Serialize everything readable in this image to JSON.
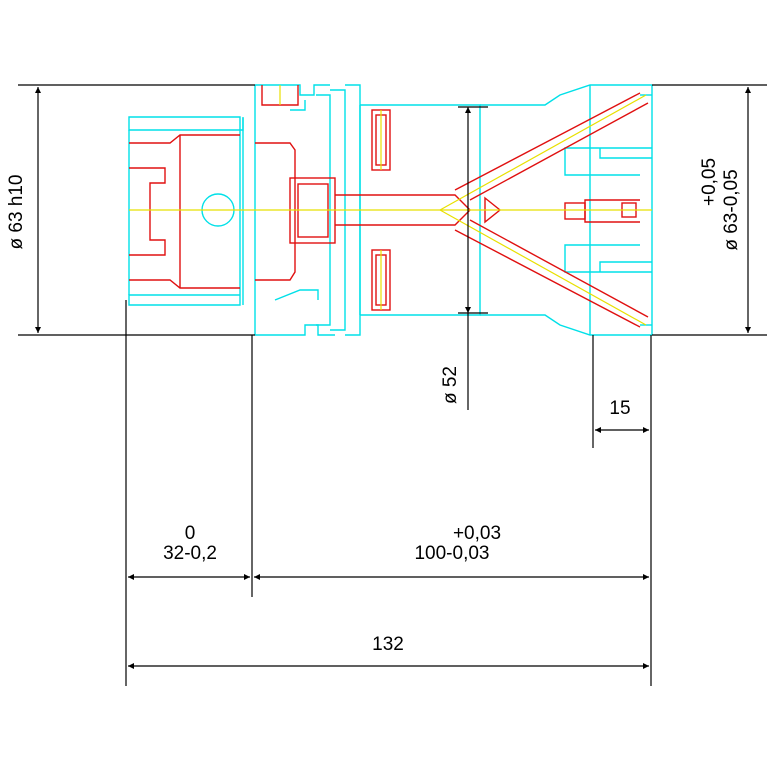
{
  "dimensions": {
    "diameter_left": "ø 63 h10",
    "diameter_right_main": "ø 63-0,05",
    "diameter_right_upper": "+0,05",
    "diameter_center": "ø 52",
    "depth": "15",
    "length_left_upper": "0",
    "length_left_main": "32-0,2",
    "length_right_upper": "+0,03",
    "length_right_main": "100-0,03",
    "length_total": "132"
  },
  "colors": {
    "outline": "#00e0e8",
    "detail": "#e01010",
    "centerline": "#e8e000",
    "dimension": "#000000",
    "background": "#ffffff"
  }
}
